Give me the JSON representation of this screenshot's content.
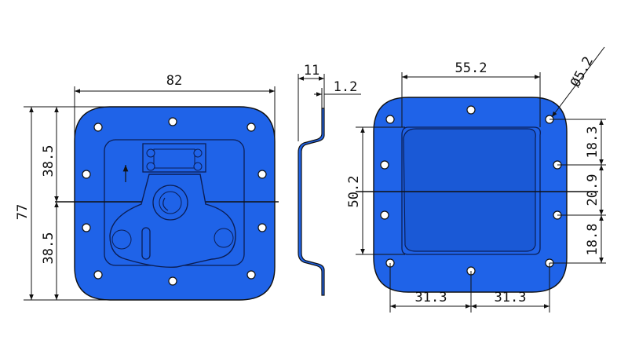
{
  "front_view": {
    "width": "82",
    "height": "77",
    "upper_half": "38.5",
    "lower_half": "38.5"
  },
  "side_view": {
    "depth": "11",
    "thickness": "1.2"
  },
  "back_view": {
    "recess_width": "55.2",
    "hole_diameter": "Ø5.2",
    "recess_height": "50.2",
    "hole_spacing_top": "18.3",
    "hole_spacing_middle": "20.9",
    "hole_spacing_bottom": "18.8",
    "hole_spacing_left": "31.3",
    "hole_spacing_right": "31.3"
  },
  "colors": {
    "plate": "#1f63e8",
    "outline": "#111111"
  }
}
